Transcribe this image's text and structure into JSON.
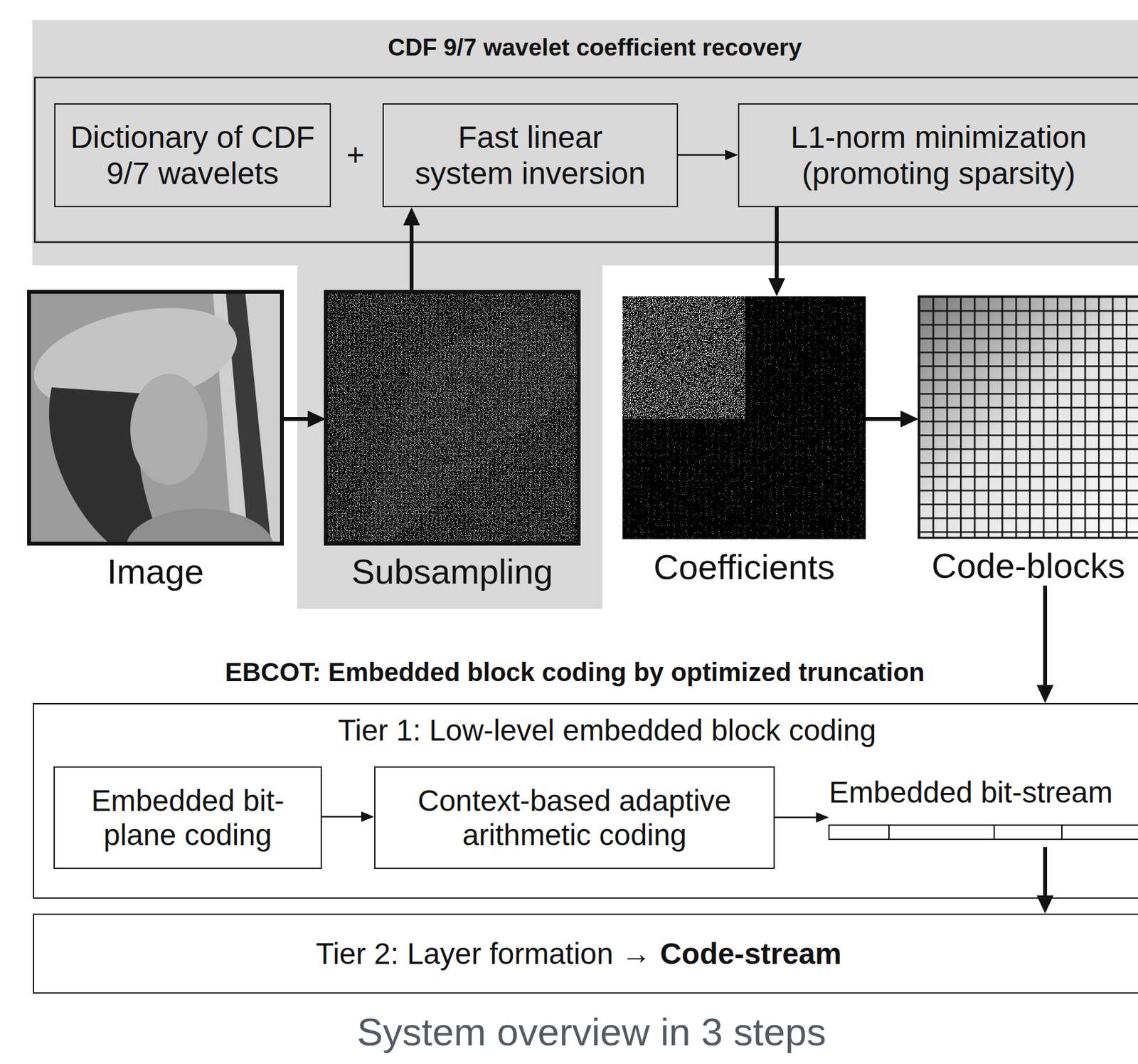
{
  "diagram": {
    "caption": "System overview in 3 steps",
    "nodes": [
      {
        "text": [
          "CDF 9/7 wavelet coefficient recovery"
        ]
      },
      {
        "text": [
          "Dictionary of CDF 9/7 wavelets"
        ],
        "in": 0
      },
      {
        "text": [
          "Fast linear system inversion"
        ],
        "in": 0
      },
      {
        "text": [
          "L1-norm minimization (promoting sparsity)"
        ],
        "in": 0
      },
      {
        "text": [
          "Image"
        ]
      },
      {
        "text": [
          "Subsampling"
        ]
      },
      {
        "text": [
          "Coefficients"
        ]
      },
      {
        "text": [
          "Code-blocks"
        ]
      },
      {
        "text": [
          "Tier 1: Low-level embedded block coding"
        ]
      },
      {
        "text": [
          "Embedded bit-plane coding"
        ],
        "in": 8
      },
      {
        "text": [
          "Context-based adaptive arithmetic coding"
        ],
        "in": 8
      },
      {
        "text": [
          "Embedded bit-stream"
        ],
        "in": 8
      },
      {
        "text": [
          "Tier 2: Layer formation →",
          "Code-stream"
        ]
      }
    ],
    "edges": [
      {
        "from": 4,
        "to": 5,
        "arrow": "to"
      },
      {
        "from": 5,
        "to": 2,
        "arrow": "to"
      },
      {
        "from": 2,
        "to": 3,
        "arrow": "to"
      },
      {
        "from": 3,
        "to": 6,
        "arrow": "to"
      },
      {
        "from": 6,
        "to": 7,
        "arrow": "to"
      },
      {
        "from": 7,
        "to": 8,
        "arrow": "to"
      },
      {
        "from": 9,
        "to": 10,
        "arrow": "to"
      },
      {
        "from": 10,
        "to": 11,
        "arrow": "to"
      },
      {
        "from": 11,
        "to": 12,
        "arrow": "to"
      }
    ],
    "labels": [
      "+",
      "EBCOT: Embedded block coding by optimized truncation"
    ]
  }
}
